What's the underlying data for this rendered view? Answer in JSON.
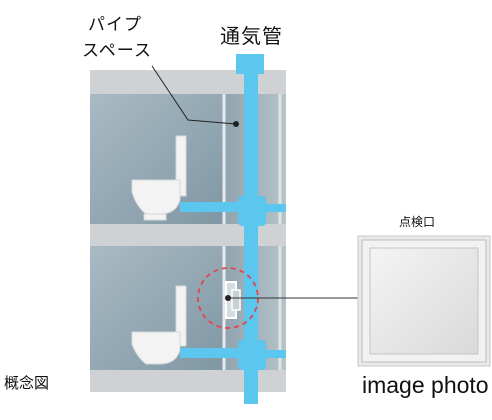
{
  "labels": {
    "pipe_space_line1": "パイプ",
    "pipe_space_line2": "スペース",
    "vent_pipe": "通気管",
    "inspection_port": "点検口",
    "concept_diagram": "概念図",
    "image_photo": "image photo"
  },
  "colors": {
    "pipe": "#5bc6ee",
    "wall": "#b7c2ca",
    "room": "#94a8b3",
    "slab": "#cfd2d4",
    "highlight_circle": "#e0454f"
  }
}
